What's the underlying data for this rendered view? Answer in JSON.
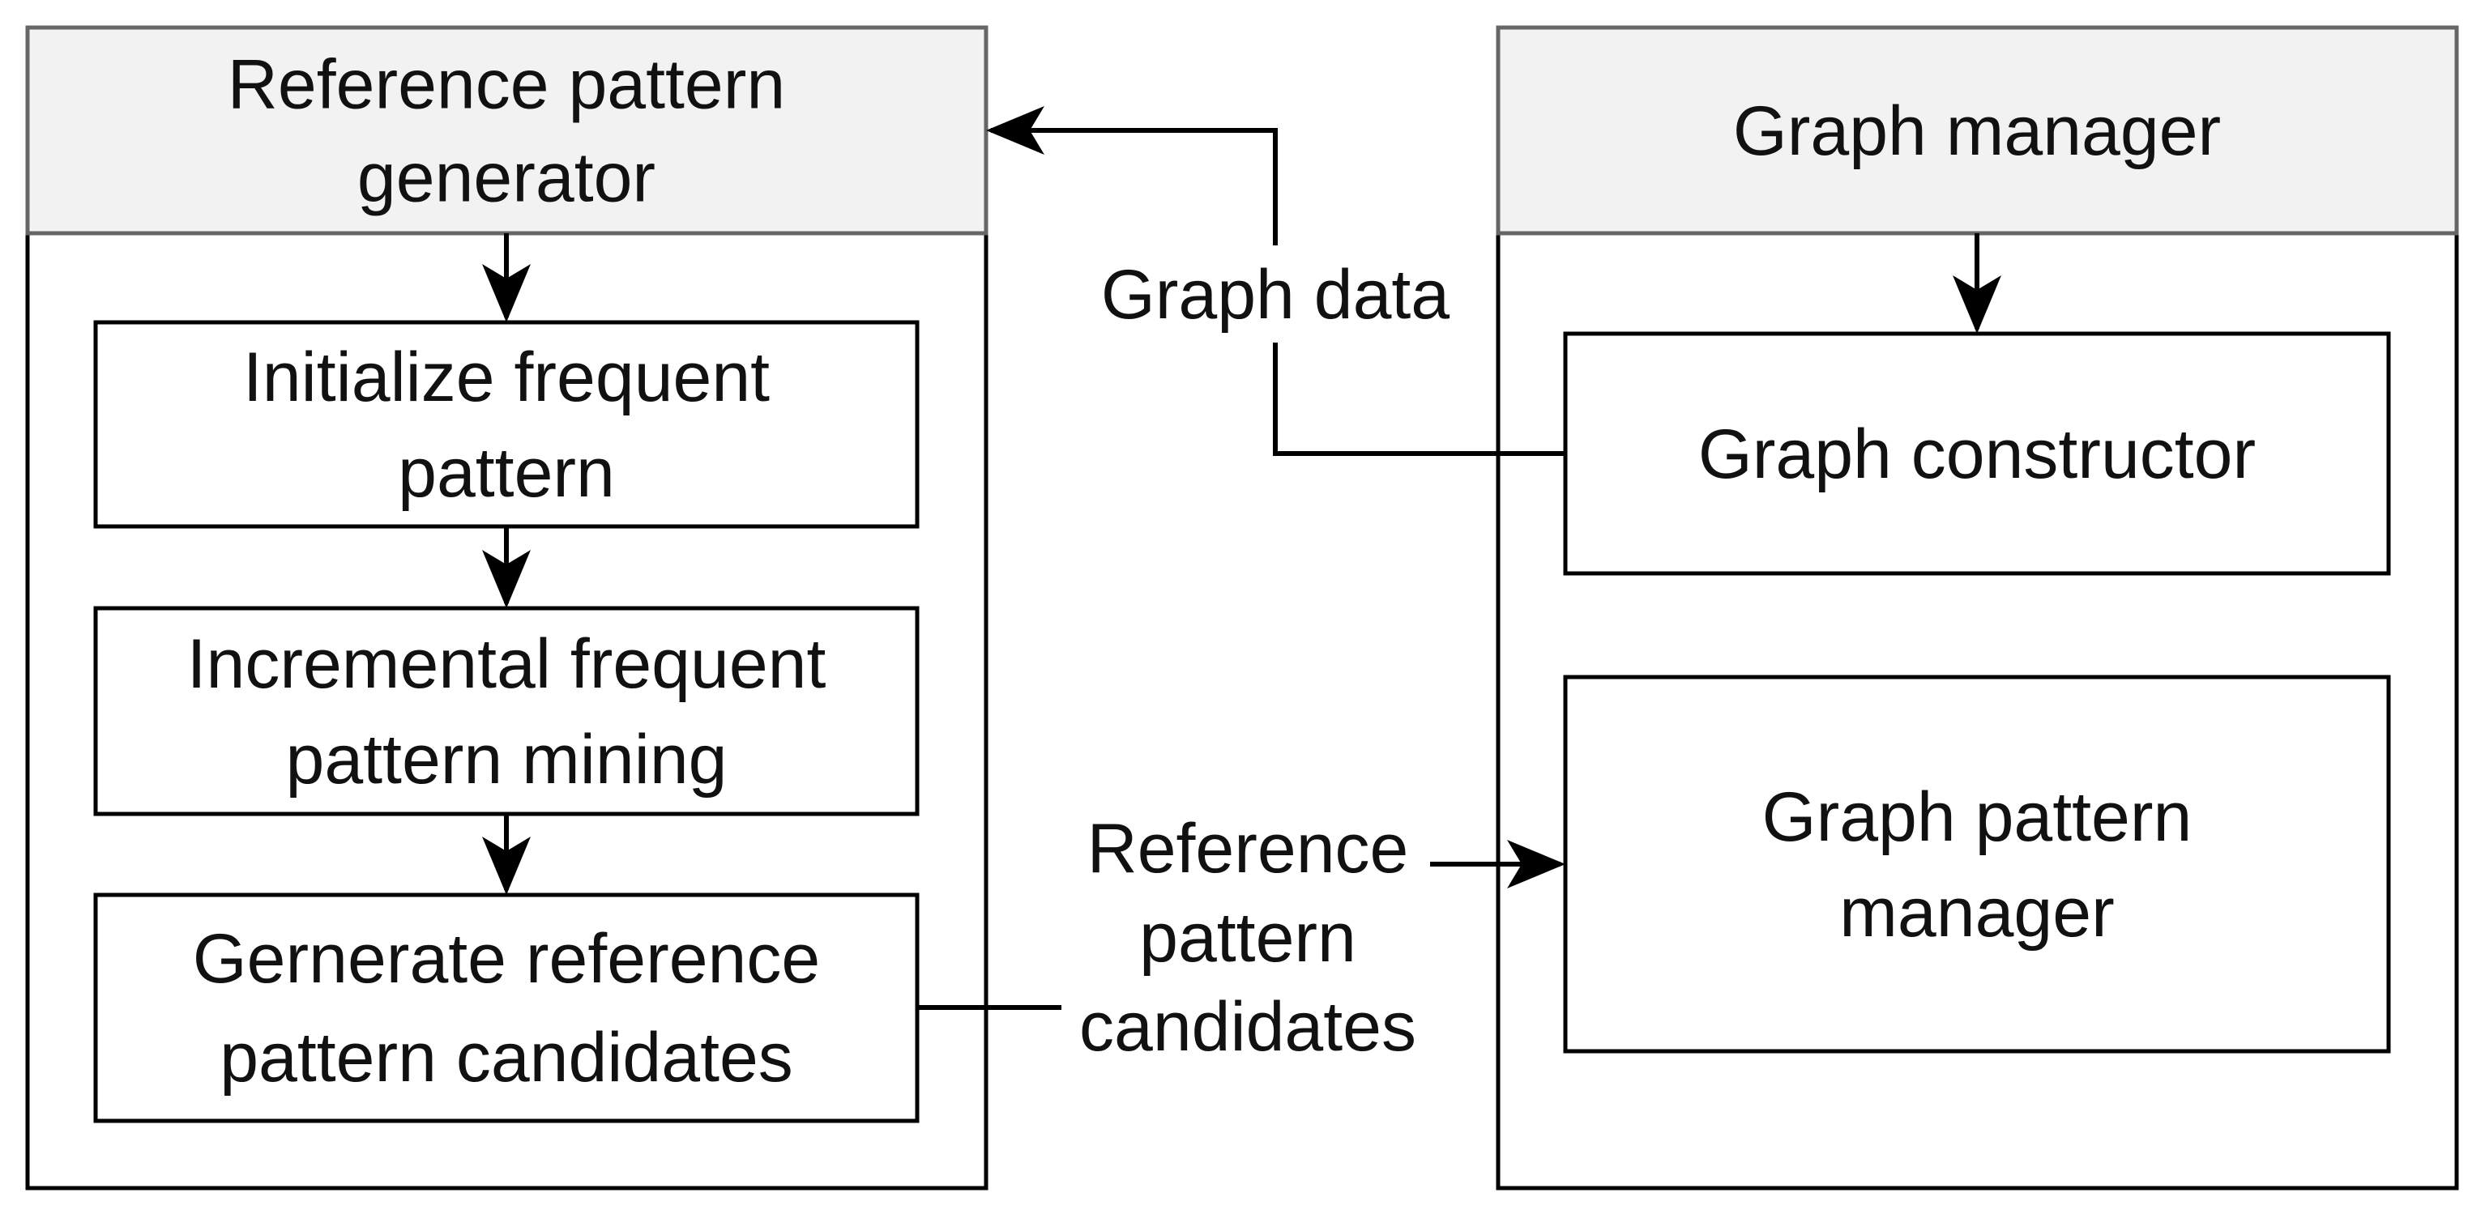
{
  "colors": {
    "line": "#000000",
    "header_fill": "#f2f2f2",
    "header_stroke": "#666666",
    "box_fill": "#ffffff",
    "text": "#111111"
  },
  "left_panel": {
    "header": [
      "Reference pattern",
      "generator"
    ],
    "steps": [
      [
        "Initialize frequent",
        "pattern"
      ],
      [
        "Incremental frequent",
        "pattern mining"
      ],
      [
        "Gernerate reference",
        "pattern candidates"
      ]
    ]
  },
  "right_panel": {
    "header": [
      "Graph manager"
    ],
    "boxes": [
      [
        "Graph constructor"
      ],
      [
        "Graph pattern",
        "manager"
      ]
    ]
  },
  "edge_labels": {
    "graph_data": [
      "Graph data"
    ],
    "reference_candidates": [
      "Reference",
      "pattern",
      "candidates"
    ]
  }
}
